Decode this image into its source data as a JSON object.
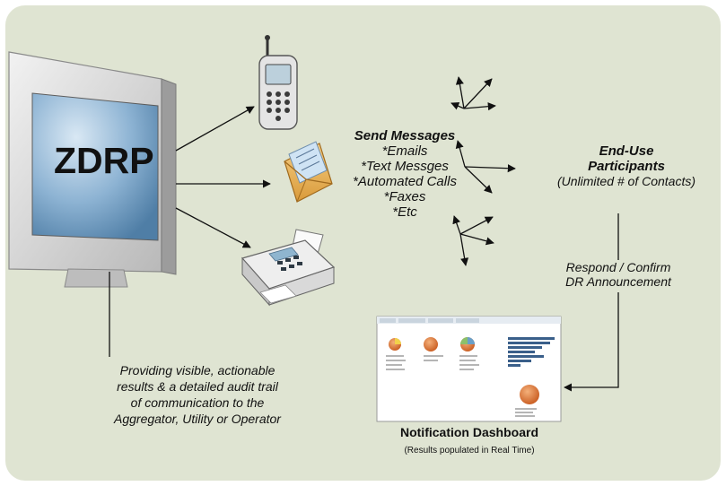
{
  "monitor": {
    "label": "ZDRP"
  },
  "send_messages": {
    "title": "Send Messages",
    "items": [
      "*Emails",
      "*Text Messges",
      "*Automated Calls",
      "*Faxes",
      "*Etc"
    ]
  },
  "participants": {
    "title_line1": "End-Use",
    "title_line2": "Participants",
    "subtitle": "(Unlimited # of Contacts)"
  },
  "respond": {
    "line1": "Respond / Confirm",
    "line2": "DR Announcement"
  },
  "providing": {
    "lines": [
      "Providing visible, actionable",
      "results & a detailed audit trail",
      "of communication to the",
      "Aggregator, Utility or Operator"
    ]
  },
  "dashboard": {
    "title": "Notification Dashboard",
    "subtitle": "(Results populated in Real Time)"
  },
  "colors": {
    "background_panel": "#dfe4d2",
    "monitor_frame": "#d8d8d8",
    "monitor_screen": "#7fa8c9",
    "envelope": "#e6b25a",
    "pie_orange": "#e07a2e",
    "bar_blue": "#3a5f8a"
  }
}
